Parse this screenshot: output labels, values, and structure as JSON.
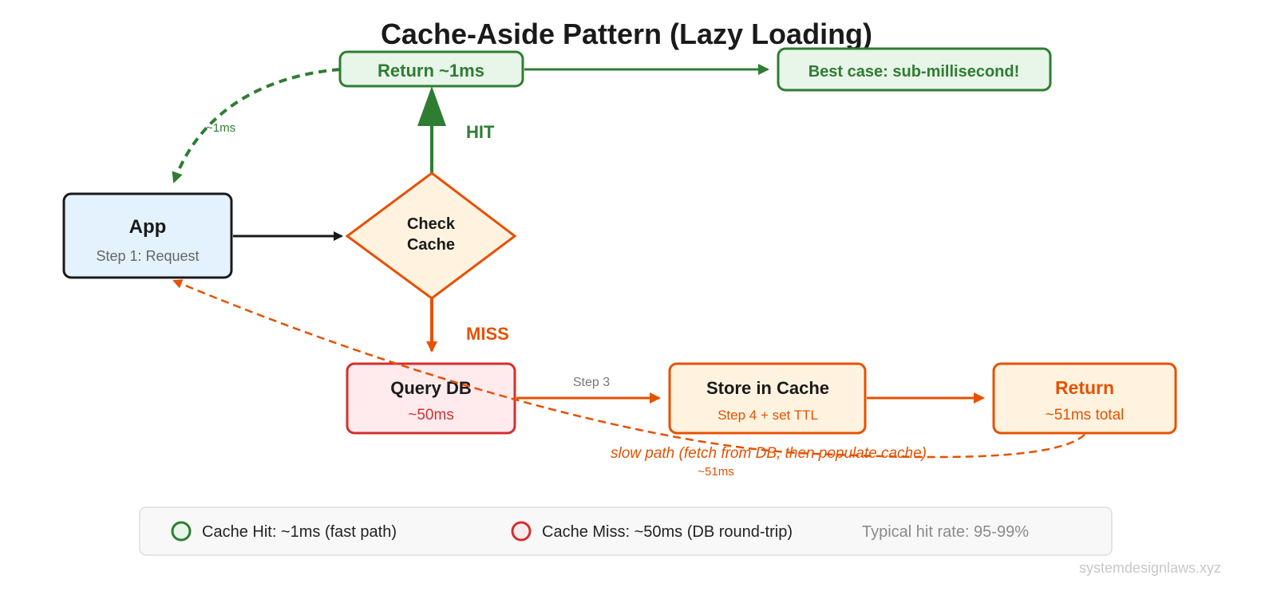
{
  "title": "Cache-Aside Pattern (Lazy Loading)",
  "nodes": {
    "app": {
      "title": "App",
      "subtitle": "Step 1: Request"
    },
    "check_cache": {
      "line1": "Check",
      "line2": "Cache"
    },
    "return_fast": {
      "title": "Return ~1ms"
    },
    "best_case": {
      "title": "Best case: sub-millisecond!"
    },
    "query_db": {
      "title": "Query DB",
      "subtitle": "~50ms"
    },
    "store_cache": {
      "title": "Store in Cache",
      "subtitle": "Step 4 + set TTL"
    },
    "return_slow": {
      "title": "Return",
      "subtitle": "~51ms total"
    }
  },
  "edges": {
    "hit": "HIT",
    "miss": "MISS",
    "step3": "Step 3",
    "fast_return": "~1ms",
    "slow_path": "slow path (fetch from DB, then populate cache)",
    "slow_return": "~51ms"
  },
  "legend": {
    "hit": "Cache Hit: ~1ms (fast path)",
    "miss": "Cache Miss: ~50ms (DB round-trip)",
    "note": "Typical hit rate: 95-99%"
  },
  "watermark": "systemdesignlaws.xyz",
  "colors": {
    "hit": "#2e7d32",
    "hit_fill": "#e8f5e9",
    "miss": "#e65100",
    "miss_fill": "#fff3e0",
    "db": "#d32f2f",
    "db_fill": "#ffebee",
    "app_fill": "#e3f2fd",
    "dark": "#1a1a1a"
  }
}
